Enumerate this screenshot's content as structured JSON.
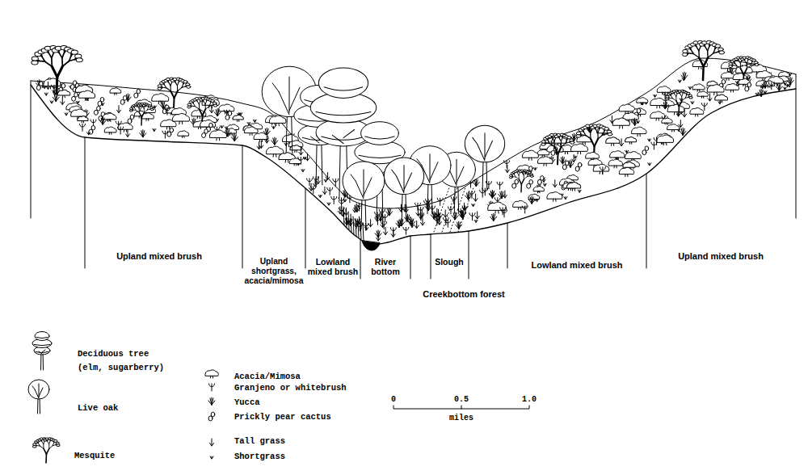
{
  "diagram": {
    "labels": [
      "Upland mixed brush",
      "Upland shortgrass, acacia/mimosa",
      "Lowland mixed brush",
      "River bottom",
      "Slough",
      "Creekbottom forest",
      "Lowland mixed brush",
      "Upland mixed brush",
      "0",
      "0.5",
      "1.0",
      "miles"
    ],
    "legend": [
      {
        "text": "Deciduous tree (elm, sugarberry)"
      },
      {
        "text": "Live oak"
      },
      {
        "text": "Mesquite"
      },
      {
        "text": "Acacia/Mimosa"
      },
      {
        "text": "Granjeno or whitebrush"
      },
      {
        "text": "Yucca"
      },
      {
        "text": "Prickly pear cactus"
      },
      {
        "text": "Tall grass"
      },
      {
        "text": "Shortgrass"
      }
    ]
  }
}
